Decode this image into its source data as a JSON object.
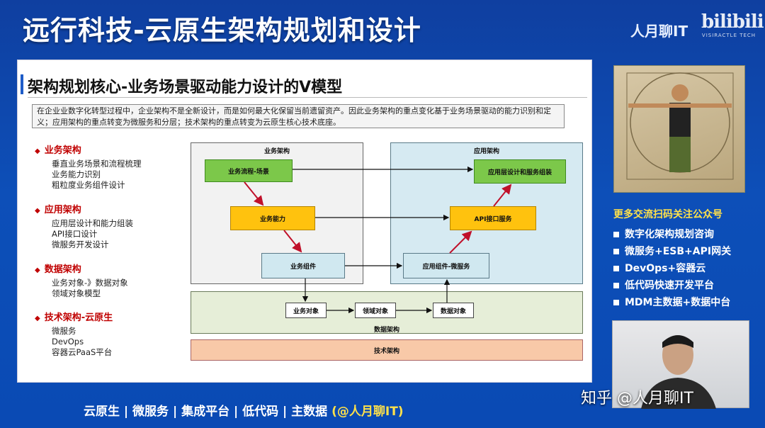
{
  "header": {
    "title": "远行科技-云原生架构规划和设计",
    "brand": "人月聊IT",
    "logo_text": "bilibili",
    "logo_sub": "VISIRACTLE TECH"
  },
  "slide": {
    "title": "架构规划核心-业务场景驱动能力设计的V模型",
    "intro": "在企业业数字化转型过程中，企业架构不是全新设计，而是如何最大化保留当前遗留资产。因此业务架构的重点变化基于业务场景驱动的能力识别和定义；应用架构的重点转变为微服务和分层；技术架构的重点转变为云原生核心技术底座。",
    "sections": [
      {
        "heading": "业务架构",
        "items": [
          "垂直业务场景和流程梳理",
          "业务能力识别",
          "粗粒度业务组件设计"
        ]
      },
      {
        "heading": "应用架构",
        "items": [
          "应用层设计和能力组装",
          "API接口设计",
          "微服务开发设计"
        ]
      },
      {
        "heading": "数据架构",
        "items": [
          "业务对象-》数据对象",
          "领域对象模型"
        ]
      },
      {
        "heading": "技术架构-云原生",
        "items": [
          "微服务",
          "DevOps",
          "容器云PaaS平台"
        ]
      }
    ],
    "diagram": {
      "biz_panel": "业务架构",
      "app_panel": "应用架构",
      "data_panel": "数据架构",
      "tech_panel": "技术架构",
      "biz_flow": "业务流程-场景",
      "biz_capability": "业务能力",
      "biz_component": "业务组件",
      "app_layer": "应用层设计和服务组装",
      "api_service": "API接口服务",
      "app_component": "应用组件-微服务",
      "biz_object": "业务对象",
      "domain_object": "领域对象",
      "data_object": "数据对象"
    }
  },
  "right": {
    "qr_title": "更多交流扫码关注公众号",
    "items": [
      "数字化架构规划咨询",
      "微服务+ESB+API网关",
      "DevOps+容器云",
      "低代码快速开发平台",
      "MDM主数据+数据中台"
    ]
  },
  "footer": {
    "text": "云原生 | 微服务 | 集成平台 | 低代码 | 主数据 ",
    "handle": "(@人月聊IT)",
    "watermark": "知乎 @人月聊IT"
  },
  "colors": {
    "background": "#0d4fb8",
    "accent_yellow": "#ffe14a",
    "section_red": "#c00000",
    "green_box": "#7cc84a",
    "yellow_box": "#ffc20e",
    "blue_box": "#d0e8f0"
  }
}
